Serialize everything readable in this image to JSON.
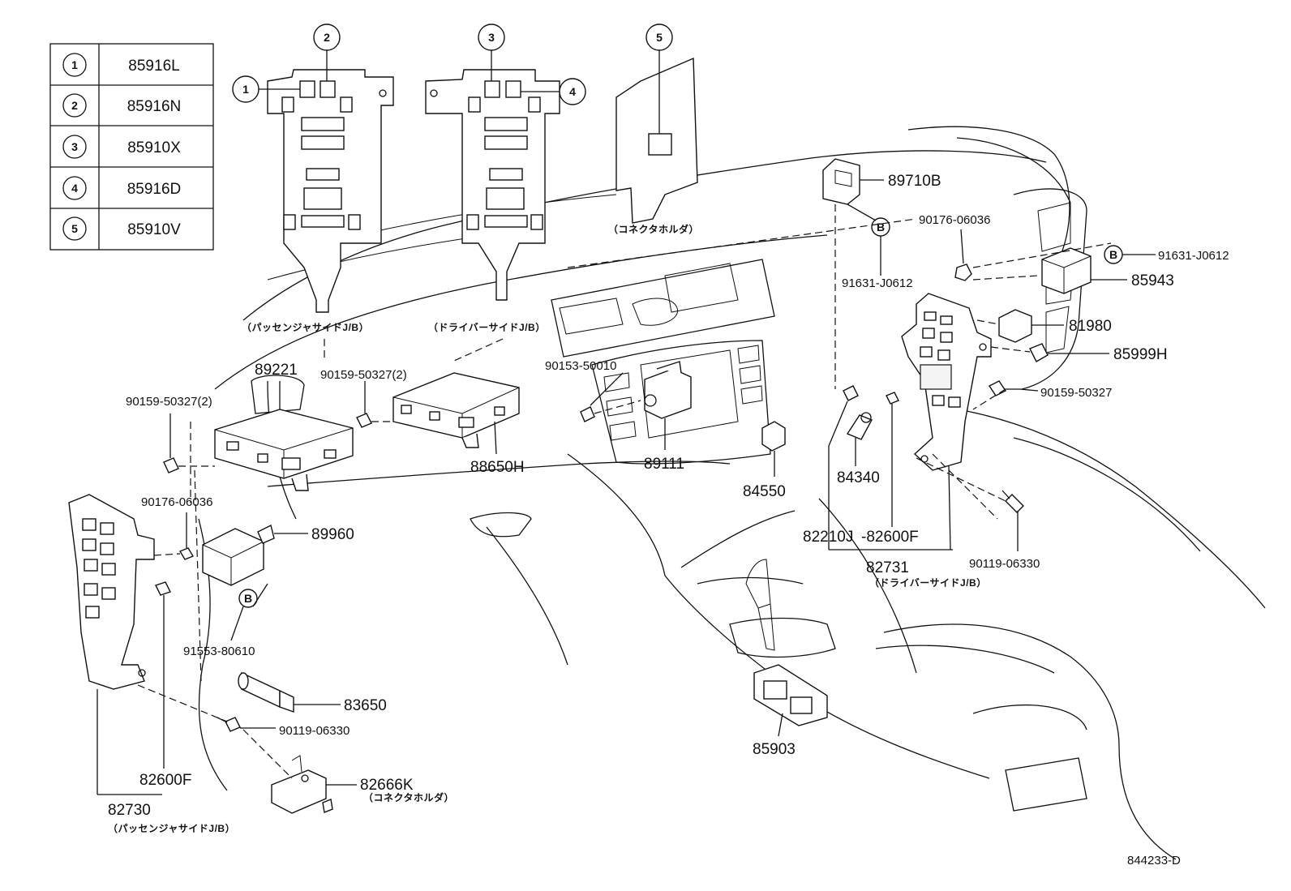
{
  "legend_table": [
    {
      "index": "1",
      "part": "85916L"
    },
    {
      "index": "2",
      "part": "85916N"
    },
    {
      "index": "3",
      "part": "85910X"
    },
    {
      "index": "4",
      "part": "85916D"
    },
    {
      "index": "5",
      "part": "85910V"
    }
  ],
  "callouts": {
    "c1": "1",
    "c2": "2",
    "c3": "3",
    "c4": "4",
    "c5": "5",
    "b1": "B",
    "b2": "B",
    "b3": "B"
  },
  "notes": {
    "passenger_jb": "（パッセンジャサイドJ/B）",
    "driver_jb": "（ドライバーサイドJ/B）",
    "connector_holder": "（コネクタホルダ）",
    "connector_holder_2": "（コネクタホルダ）",
    "driver_jb_2": "（ドライバーサイドJ/B）",
    "passenger_jb_2": "（パッセンジャサイドJ/B）"
  },
  "labels": {
    "p89710B": "89710B",
    "p90176_06036_a": "90176-06036",
    "p91631_J0612_a": "91631-J0612",
    "p91631_J0612_b": "91631-J0612",
    "p85943": "85943",
    "p81980": "81980",
    "p85999H": "85999H",
    "p90159_50327_r": "90159-50327",
    "p89221": "89221",
    "p90159_50327_2a": "90159-50327(2)",
    "p90159_50327_2b": "90159-50327(2)",
    "p90153_50010": "90153-50010",
    "p88650H": "88650H",
    "p89111": "89111",
    "p84550": "84550",
    "p84340": "84340",
    "p82210J": "82210J",
    "p82600F_a": "-82600F",
    "p82731": "82731",
    "p90119_06330_a": "90119-06330",
    "p90176_06036_b": "90176-06036",
    "p89960": "89960",
    "p91553_80610": "91553-80610",
    "p83650": "83650",
    "p90119_06330_b": "90119-06330",
    "p82600F_b": "82600F",
    "p82666K": "82666K",
    "p82730": "82730",
    "p85903": "85903",
    "diagram_id": "844233-D"
  }
}
